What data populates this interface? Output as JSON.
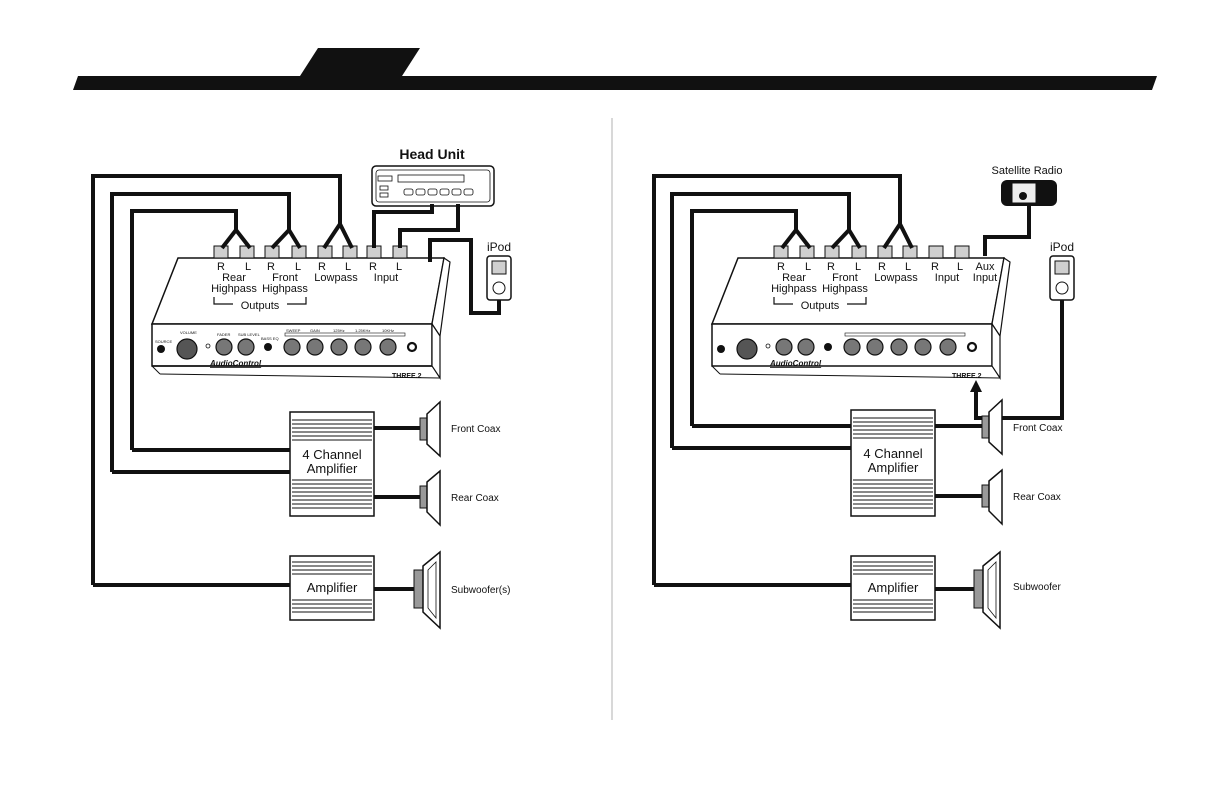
{
  "header": {
    "tab": ""
  },
  "left": {
    "source_label": "Head Unit",
    "ipod_label": "iPod",
    "channels": [
      "R",
      "L",
      "R",
      "L",
      "R",
      "L",
      "R",
      "L"
    ],
    "groups": [
      "Rear",
      "Front",
      "Lowpass",
      "Input"
    ],
    "sub_groups": [
      "Highpass",
      "Highpass"
    ],
    "outputs_label": "Outputs",
    "amp4_label": [
      "4 Channel",
      "Amplifier"
    ],
    "amp_label": "Amplifier",
    "speaker_front": "Front Coax",
    "speaker_rear": "Rear Coax",
    "speaker_sub": "Subwoofer(s)"
  },
  "right": {
    "source_label": "Satellite Radio",
    "ipod_label": "iPod",
    "channels": [
      "R",
      "L",
      "R",
      "L",
      "R",
      "L",
      "R",
      "L"
    ],
    "groups": [
      "Rear",
      "Front",
      "Lowpass",
      "Input"
    ],
    "sub_groups": [
      "Highpass",
      "Highpass"
    ],
    "aux_label": [
      "Aux",
      "Input"
    ],
    "outputs_label": "Outputs",
    "amp4_label": [
      "4 Channel",
      "Amplifier"
    ],
    "amp_label": "Amplifier",
    "speaker_front": "Front Coax",
    "speaker_rear": "Rear Coax",
    "speaker_sub": "Subwoofer"
  },
  "processor": {
    "brand": "AudioControl",
    "model": "THREE.2",
    "knob_labels": [
      "VOLUME",
      "FADER",
      "SUB LEVEL",
      "SWEEP",
      "GAIN",
      "125Hz",
      "1.25KHz",
      "10KHz"
    ],
    "button_labels": [
      "SOURCE",
      "BASS EQ"
    ]
  },
  "colors": {
    "ink": "#111111",
    "panel": "#ffffff",
    "jack": "#cfcfcf",
    "divider": "#cccccc"
  }
}
